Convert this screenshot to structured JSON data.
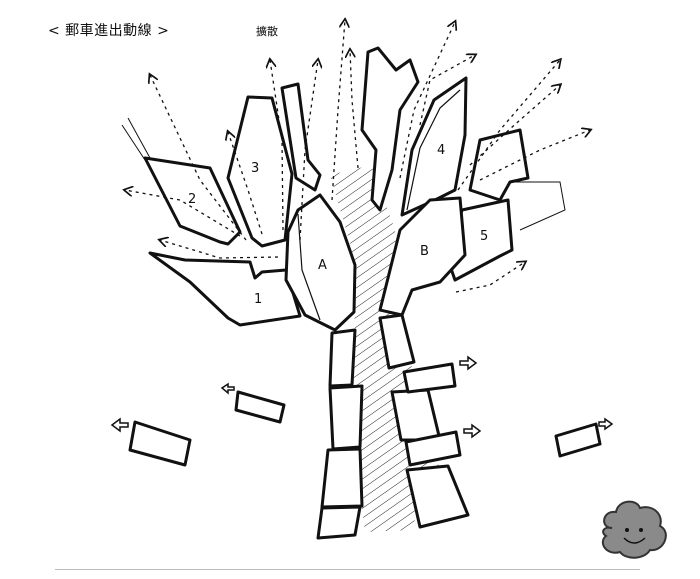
{
  "header": {
    "title": "< 郵車進出動線 >",
    "spread_label": "擴散"
  },
  "zones": {
    "z1": "1",
    "z2": "2",
    "z3": "3",
    "z4": "4",
    "z5": "5",
    "zA": "A",
    "zB": "B"
  },
  "icons": {
    "mascot": "cloud-face-icon"
  }
}
